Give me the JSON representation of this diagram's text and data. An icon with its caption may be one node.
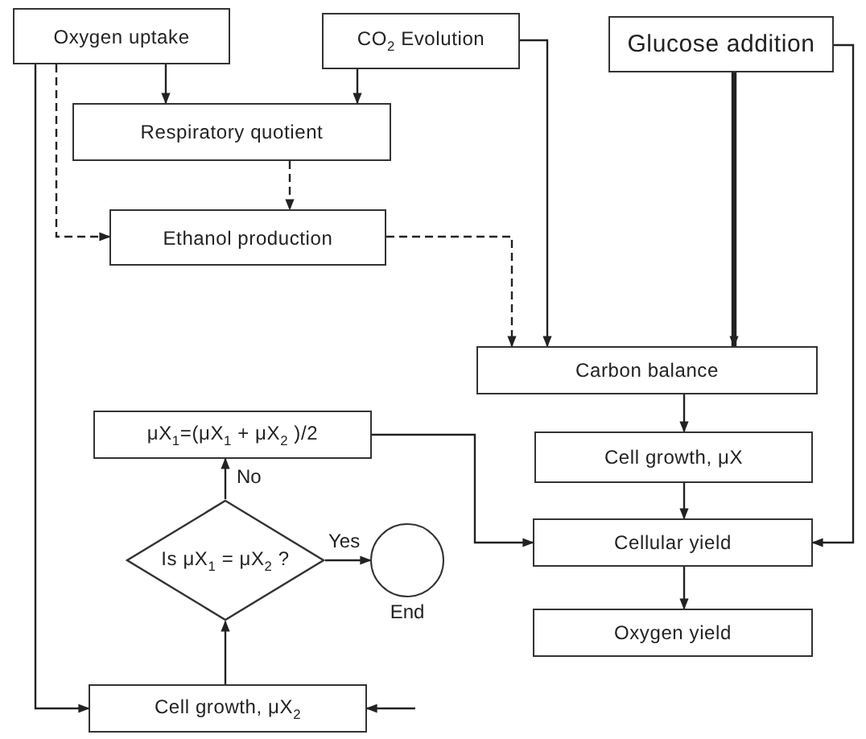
{
  "diagram": {
    "nodes": [
      {
        "text": [
          "Oxygen uptake"
        ]
      },
      {
        "text": [
          "CO$_{2}$ Evolution"
        ]
      },
      {
        "text": [
          "Glucose addition"
        ]
      },
      {
        "text": [
          "Respiratory quotient"
        ]
      },
      {
        "text": [
          "Ethanol production"
        ]
      },
      {
        "text": [
          "Carbon balance"
        ]
      },
      {
        "text": [
          "Cell growth, μX"
        ]
      },
      {
        "text": [
          "μX$_{1}$=(μX$_{1}$ + μX$_{2}$ )/2"
        ]
      },
      {
        "text": [
          "Is μX$_{1}$ = μX$_{2}$ ?"
        ]
      },
      {
        "text": [],
        "shape": "circle",
        "beside": [
          "End"
        ]
      },
      {
        "text": [
          "Cellular yield"
        ]
      },
      {
        "text": [
          "Oxygen yield"
        ]
      },
      {
        "text": [
          "Cell growth, μX$_{2}$"
        ]
      }
    ],
    "edges": [
      {
        "from": 0,
        "to": 3,
        "arrow": "to"
      },
      {
        "from": 1,
        "to": 3,
        "arrow": "to"
      },
      {
        "from": 3,
        "to": 4,
        "arrow": "to",
        "style": "dashed"
      },
      {
        "from": 0,
        "to": 4,
        "arrow": "to",
        "style": "dashed"
      },
      {
        "from": 0,
        "to": 12,
        "arrow": "to"
      },
      {
        "from": 4,
        "to": 5,
        "arrow": "to",
        "style": "dashed"
      },
      {
        "from": 1,
        "to": 5,
        "arrow": "to"
      },
      {
        "from": 2,
        "to": 5,
        "arrow": "to",
        "style": "thick"
      },
      {
        "from": 2,
        "to": 10,
        "arrow": "to"
      },
      {
        "from": 5,
        "to": 6,
        "arrow": "to"
      },
      {
        "from": 6,
        "to": 10,
        "arrow": "to"
      },
      {
        "from": 7,
        "to": 10,
        "arrow": "to"
      },
      {
        "from": 10,
        "to": 11,
        "arrow": "to"
      },
      {
        "from": 8,
        "to": 7,
        "arrow": "to",
        "label": "No"
      },
      {
        "from": 8,
        "to": 9,
        "arrow": "to",
        "label": "Yes"
      },
      {
        "from": 12,
        "to": 8,
        "arrow": "to"
      },
      {
        "from": null,
        "to": 12,
        "arrow": "to"
      }
    ]
  }
}
